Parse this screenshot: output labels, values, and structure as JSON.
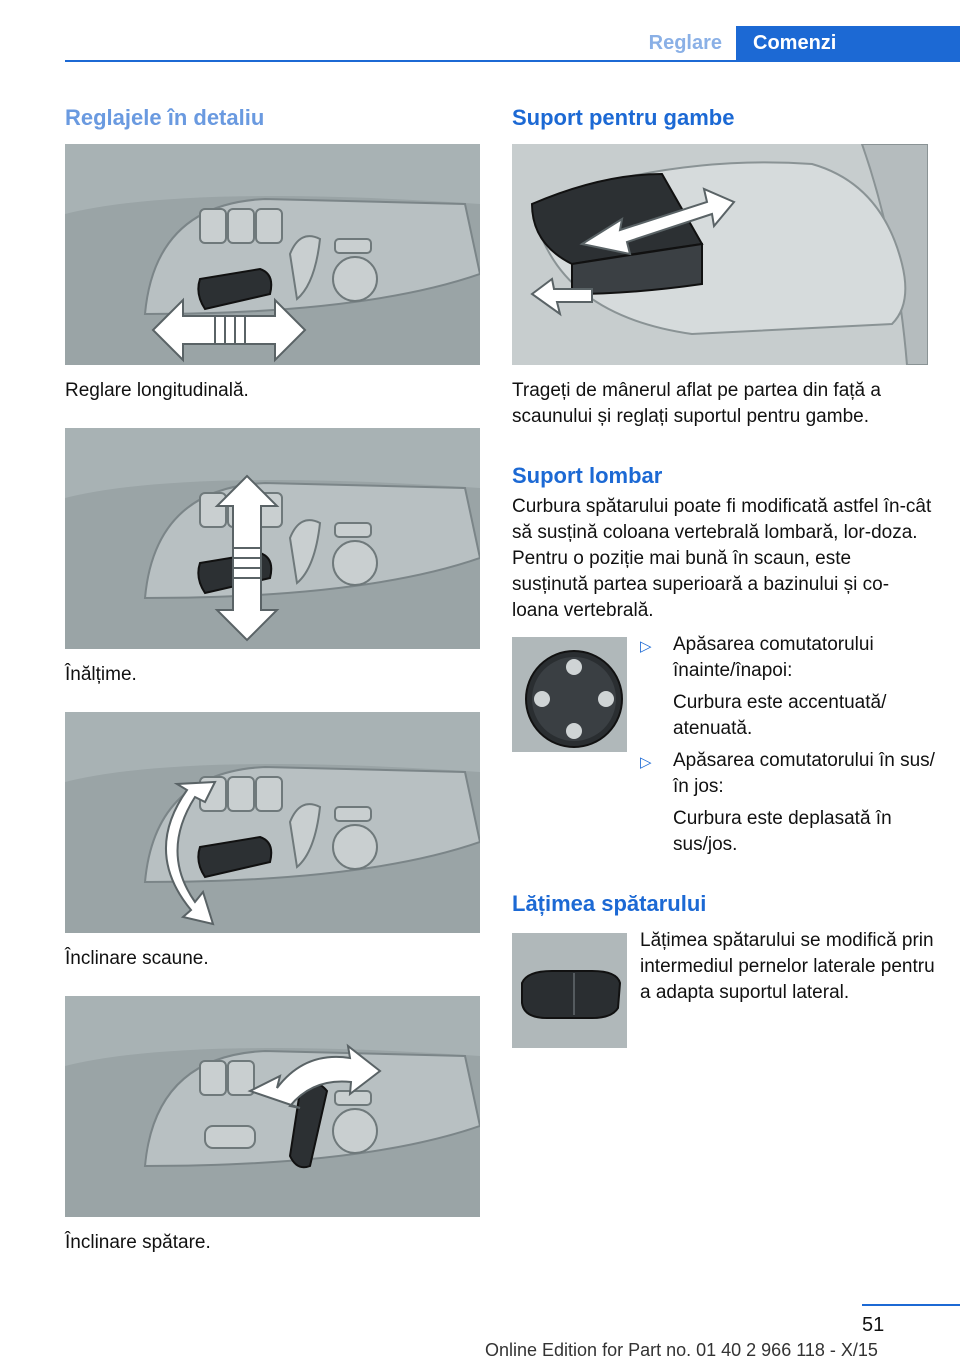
{
  "header": {
    "section": "Reglare",
    "chapter": "Comenzi"
  },
  "left": {
    "heading": "Reglajele în detaliu",
    "figures": [
      {
        "icon": "seat-switch-longitudinal-arrows",
        "caption": "Reglare longitudinală."
      },
      {
        "icon": "seat-switch-height-arrows",
        "caption": "Înălțime."
      },
      {
        "icon": "seat-switch-tilt-arrows",
        "caption": "Înclinare scaune."
      },
      {
        "icon": "seat-switch-backrest-arrows",
        "caption": "Înclinare spătare."
      }
    ]
  },
  "right": {
    "thigh": {
      "heading": "Suport pentru gambe",
      "icon": "seat-cushion-extension",
      "text": "Trageți de mânerul aflat pe partea din față a scaunului și reglați suportul pentru gambe."
    },
    "lumbar": {
      "heading": "Suport lombar",
      "text": "Curbura spătarului poate fi modificată astfel în-cât să susțină coloana vertebrală lombară, lor-doza. Pentru o poziție mai bună în scaun, este susținută partea superioară a bazinului și co-loana vertebrală.",
      "icon": "lumbar-four-way-switch",
      "bullets": [
        {
          "label": "Apăsarea comutatorului înainte/înapoi:",
          "sub": "Curbura este accentuată/ atenuată."
        },
        {
          "label": "Apăsarea comutatorului în sus/în jos:",
          "sub": "Curbura este deplasată în sus/jos."
        }
      ]
    },
    "width": {
      "heading": "Lățimea spătarului",
      "icon": "backrest-width-switch",
      "text": "Lățimea spătarului se modifică prin intermediul pernelor laterale pentru a adapta suportul lateral."
    }
  },
  "footer": {
    "page": "51",
    "edition": "Online Edition for Part no. 01 40 2 966 118 - X/15"
  },
  "colors": {
    "accent": "#1c69d4",
    "accent_light": "#8ab0e6",
    "figure_bg": "#a8b2b4"
  }
}
